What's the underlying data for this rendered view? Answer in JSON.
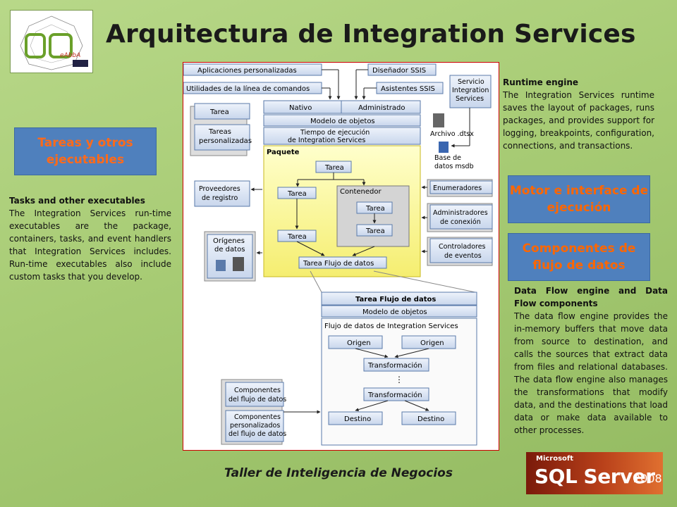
{
  "title": "Arquitectura de Integration Services",
  "footer": "Taller de Inteligencia de Negocios",
  "left": {
    "box_label": "Tareas y otros ejecutables",
    "heading": "Tasks and other executables",
    "body": "The Integration Services run-time executables are the package, containers, tasks, and event handlers that Integration Services includes. Run-time executables also include custom tasks that you develop."
  },
  "right": {
    "runtime_heading": "Runtime engine",
    "runtime_body": "The Integration Services runtime saves the layout of packages, runs packages, and provides support for logging, breakpoints, configuration, connections, and transactions.",
    "box1": "Motor e interface de ejecución",
    "box2": "Componentes de flujo de datos",
    "dataflow_heading": "Data Flow engine and Data Flow components",
    "dataflow_body": "The data flow engine provides the in-memory buffers that move data from source to destination, and calls the sources that extract data from files and relational databases. The data flow engine also manages the transformations that modify data, and the destinations that load data or make data available to other processes."
  },
  "diagram": {
    "apps": "Aplicaciones personalizadas",
    "utils": "Utilidades de la línea de comandos",
    "designer": "Diseñador SSIS",
    "wizards": "Asistentes SSIS",
    "service": "Servicio Integration Services",
    "native": "Nativo",
    "managed": "Administrado",
    "object_model": "Modelo de objetos",
    "runtime": "Tiempo de ejecución de Integration Services",
    "package": "Paquete",
    "task": "Tarea",
    "custom_tasks": "Tareas personalizadas",
    "container": "Contenedor",
    "log_providers": "Proveedores de registro",
    "data_sources": "Orígenes de datos",
    "dataflow_task": "Tarea Flujo de datos",
    "dtsx": "Archivo .dtsx",
    "msdb": "Base de datos msdb",
    "enumerators": "Enumeradores",
    "conn_managers": "Administradores de conexión",
    "event_handlers": "Controladores de eventos",
    "df_title": "Tarea Flujo de datos",
    "df_object_model": "Modelo de objetos",
    "df_flow": "Flujo de datos de Integration Services",
    "source": "Origen",
    "transformation": "Transformación",
    "destination": "Destino",
    "df_components": "Componentes del flujo de datos",
    "df_custom": "Componentes personalizados del flujo de datos"
  },
  "logo_text": "eAbbA",
  "sql_logo": {
    "top": "Microsoft",
    "main": "SQL Server",
    "year": "2008"
  }
}
